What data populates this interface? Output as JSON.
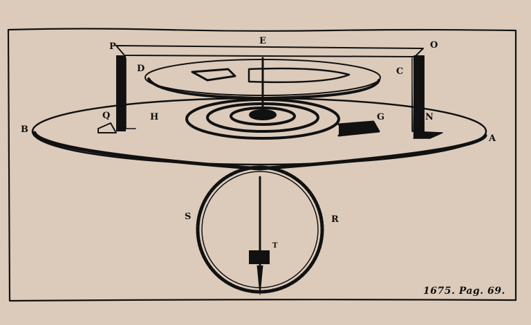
{
  "figure": {
    "subject": "engraving of a balance spring clock mechanism",
    "labels": {
      "P": "P",
      "E": "E",
      "O": "O",
      "D": "D",
      "C": "C",
      "Q": "Q",
      "H": "H",
      "G": "G",
      "N": "N",
      "B": "B",
      "A": "A",
      "S": "S",
      "R": "R",
      "T": "T"
    },
    "caption": "1675. Pag. 69.",
    "colors": {
      "paper": "#dccbbb",
      "ink": "#111111"
    }
  }
}
